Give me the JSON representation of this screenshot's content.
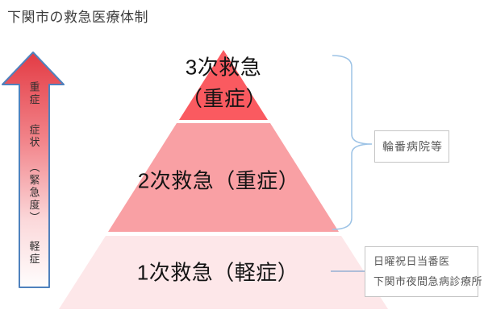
{
  "title": "下関市の救急医療体制",
  "severity_arrow": {
    "labels": [
      "重症",
      "症状",
      "（緊急度）",
      "軽症"
    ],
    "top_color": "#e33b44",
    "bottom_color": "#fffdfd",
    "border_color": "#4f81bd"
  },
  "pyramid": {
    "tier3": {
      "line1": "3次救急",
      "line2": "（重症）",
      "color": "#fa5a60"
    },
    "tier2": {
      "label": "2次救急（重症）",
      "color": "#f9a0a4"
    },
    "tier1": {
      "label": "1次救急（軽症）",
      "color": "#fde7e9"
    }
  },
  "callouts": {
    "secondary_tertiary_box": "輪番病院等",
    "primary_box_line1": "日曜祝日当番医",
    "primary_box_line2": "下関市夜間急病診療所",
    "brace_color": "#9dc3e6",
    "connector_color": "#93afd2"
  }
}
